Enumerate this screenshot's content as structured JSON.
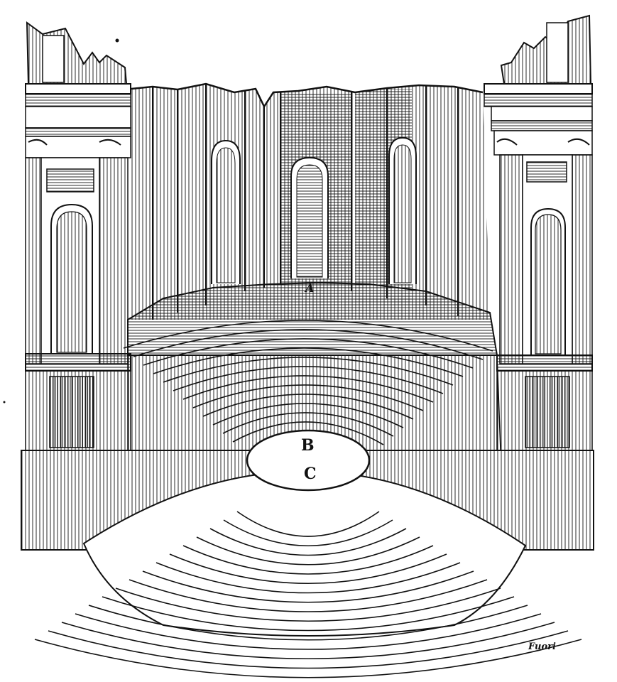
{
  "image": {
    "subject": "woodcut-theatre-plan",
    "colors": {
      "ink": "#111111",
      "paper": "#ffffff"
    }
  },
  "labels": {
    "a": "A",
    "b": "B",
    "c": "C"
  },
  "catchword": "Fuori"
}
